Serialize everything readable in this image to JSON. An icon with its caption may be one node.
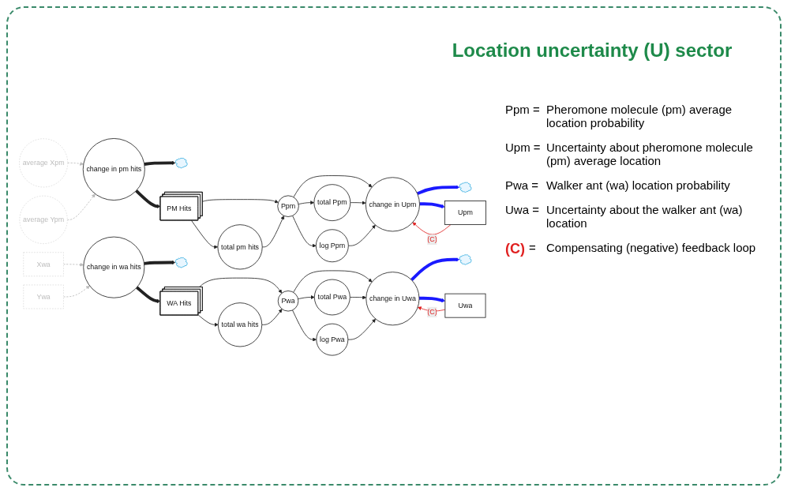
{
  "diagram": {
    "title": "Location uncertainty (U) sector",
    "nodes": [
      {
        "text": [
          "average Xpm"
        ]
      },
      {
        "text": [
          "average Ypm"
        ]
      },
      {
        "text": [],
        "shape": "cloud"
      },
      {
        "text": [
          "change in pm hits"
        ]
      },
      {
        "text": [
          "PM Hits"
        ]
      },
      {
        "text": [
          "total pm hits"
        ]
      },
      {
        "text": [
          "Ppm"
        ]
      },
      {
        "text": [
          "total Ppm"
        ]
      },
      {
        "text": [
          "log Ppm"
        ]
      },
      {
        "text": [],
        "shape": "cloud"
      },
      {
        "text": [
          "change in Upm"
        ]
      },
      {
        "text": [
          "Upm"
        ]
      },
      {
        "text": [
          "Xwa"
        ]
      },
      {
        "text": [
          "Ywa"
        ]
      },
      {
        "text": [],
        "shape": "cloud"
      },
      {
        "text": [
          "change in wa hits"
        ]
      },
      {
        "text": [
          "WA Hits"
        ]
      },
      {
        "text": [
          "total wa hits"
        ]
      },
      {
        "text": [
          "Pwa"
        ]
      },
      {
        "text": [
          "total Pwa"
        ]
      },
      {
        "text": [
          "log Pwa"
        ]
      },
      {
        "text": [],
        "shape": "cloud"
      },
      {
        "text": [
          "change in Uwa"
        ]
      },
      {
        "text": [
          "Uwa"
        ]
      }
    ],
    "edges": [
      {
        "from": 0,
        "to": 3,
        "arrow": "to",
        "style": "dashed",
        "color": "#bbbbbb"
      },
      {
        "from": 1,
        "to": 3,
        "arrow": "to",
        "style": "dashed",
        "color": "#bbbbbb"
      },
      {
        "from": 3,
        "to": 2,
        "arrow": "to",
        "style": "thick"
      },
      {
        "from": 3,
        "to": 4,
        "arrow": "to",
        "style": "thick"
      },
      {
        "from": 4,
        "to": 5,
        "arrow": "to"
      },
      {
        "from": 4,
        "to": 6,
        "arrow": "to"
      },
      {
        "from": 5,
        "to": 6,
        "arrow": "to"
      },
      {
        "from": 6,
        "to": 7,
        "arrow": "to"
      },
      {
        "from": 6,
        "to": 8,
        "arrow": "to"
      },
      {
        "from": 6,
        "to": 10,
        "arrow": "to"
      },
      {
        "from": 7,
        "to": 10,
        "arrow": "to"
      },
      {
        "from": 8,
        "to": 10,
        "arrow": "to"
      },
      {
        "from": 10,
        "to": 9,
        "arrow": "to",
        "style": "thick",
        "color": "#1a1aff"
      },
      {
        "from": 10,
        "to": 11,
        "arrow": "to",
        "style": "thick",
        "color": "#1a1aff"
      },
      {
        "from": 11,
        "to": 10,
        "arrow": "to",
        "label": "(C)",
        "color": "#e02020"
      },
      {
        "from": 12,
        "to": 15,
        "arrow": "to",
        "style": "dashed",
        "color": "#bbbbbb"
      },
      {
        "from": 13,
        "to": 15,
        "arrow": "to",
        "style": "dashed",
        "color": "#bbbbbb"
      },
      {
        "from": 15,
        "to": 14,
        "arrow": "to",
        "style": "thick"
      },
      {
        "from": 15,
        "to": 16,
        "arrow": "to",
        "style": "thick"
      },
      {
        "from": 16,
        "to": 17,
        "arrow": "to"
      },
      {
        "from": 16,
        "to": 18,
        "arrow": "to"
      },
      {
        "from": 17,
        "to": 18,
        "arrow": "to"
      },
      {
        "from": 18,
        "to": 19,
        "arrow": "to"
      },
      {
        "from": 18,
        "to": 20,
        "arrow": "to"
      },
      {
        "from": 18,
        "to": 22,
        "arrow": "to"
      },
      {
        "from": 19,
        "to": 22,
        "arrow": "to"
      },
      {
        "from": 20,
        "to": 22,
        "arrow": "to"
      },
      {
        "from": 22,
        "to": 21,
        "arrow": "to",
        "style": "thick",
        "color": "#1a1aff"
      },
      {
        "from": 22,
        "to": 23,
        "arrow": "to",
        "style": "thick",
        "color": "#1a1aff"
      },
      {
        "from": 23,
        "to": 22,
        "arrow": "to",
        "label": "(C)",
        "color": "#e02020"
      }
    ],
    "labels": [
      "Ppm =",
      "Pheromone molecule (pm) average location probability",
      "Upm =",
      "Uncertainty about pheromone molecule (pm) average location",
      "Pwa =",
      "Walker ant (wa) location probability",
      "Uwa =",
      "Uncertainty about the walker ant (wa) location",
      "(C)",
      "=",
      "Compensating (negative) feedback loop"
    ]
  }
}
